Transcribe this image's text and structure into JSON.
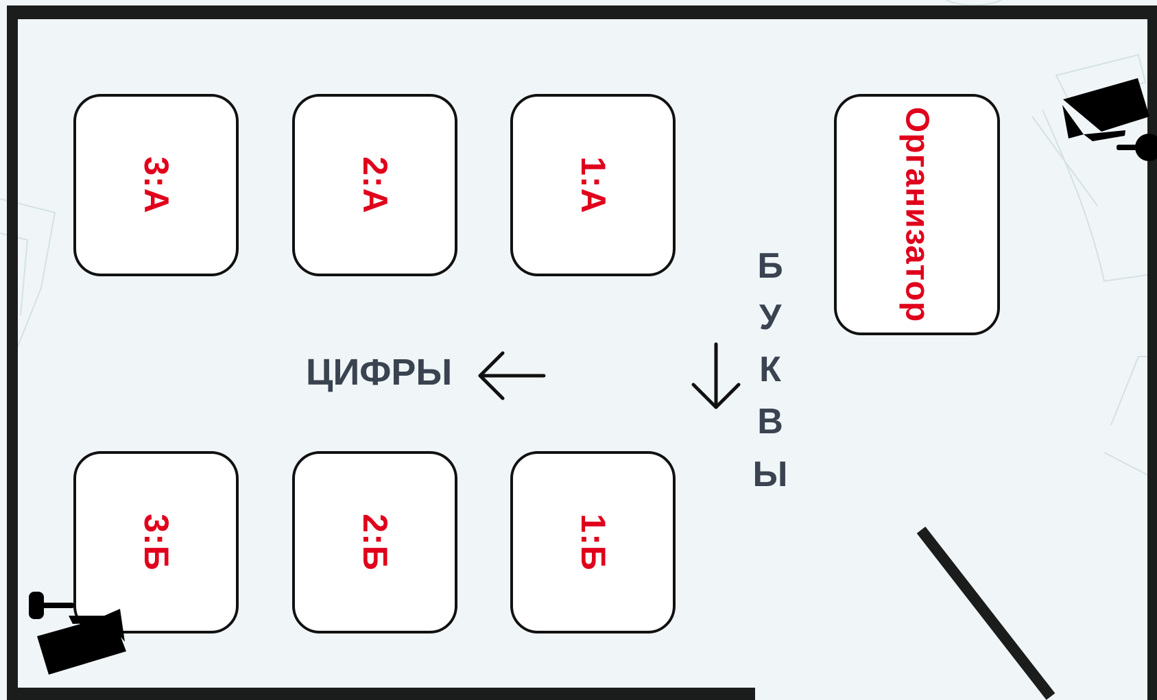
{
  "desks": {
    "a3": "3:А",
    "a2": "2:А",
    "a1": "1:А",
    "b3": "3:Б",
    "b2": "2:Б",
    "b1": "1:Б",
    "organizer": "Организатор"
  },
  "directions": {
    "digits_label": "ЦИФРЫ",
    "letters_label": [
      "Б",
      "У",
      "К",
      "В",
      "Ы"
    ]
  },
  "colors": {
    "desk_label": "#e0001b",
    "direction_text": "#3a4350",
    "walls": "#1b1d1d",
    "floor": "#f0f5f8"
  },
  "icons": [
    "camera-icon",
    "camera-icon",
    "arrow-left-icon",
    "arrow-down-icon"
  ]
}
